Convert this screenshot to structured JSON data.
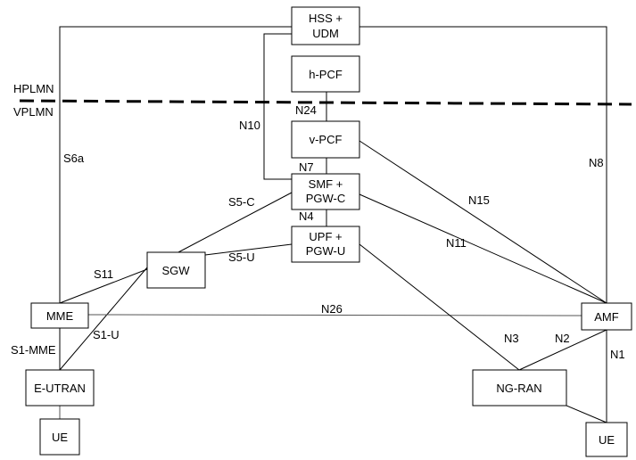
{
  "regions": {
    "home": "HPLMN",
    "visited": "VPLMN"
  },
  "nodes": {
    "hss_udm": [
      "HSS +",
      "UDM"
    ],
    "h_pcf": [
      "h-PCF"
    ],
    "v_pcf": [
      "v-PCF"
    ],
    "smf_pgwc": [
      "SMF +",
      "PGW-C"
    ],
    "upf_pgwu": [
      "UPF +",
      "PGW-U"
    ],
    "sgw": [
      "SGW"
    ],
    "mme": [
      "MME"
    ],
    "amf": [
      "AMF"
    ],
    "eutran": [
      "E-UTRAN"
    ],
    "ngran": [
      "NG-RAN"
    ],
    "ue_left": [
      "UE"
    ],
    "ue_right": [
      "UE"
    ]
  },
  "edge_labels": {
    "s6a": "S6a",
    "n8": "N8",
    "n10": "N10",
    "n24": "N24",
    "n7": "N7",
    "n4": "N4",
    "n15": "N15",
    "n11": "N11",
    "s5c": "S5-C",
    "s5u": "S5-U",
    "s11": "S11",
    "s1u": "S1-U",
    "s1mme": "S1-MME",
    "n26": "N26",
    "n3": "N3",
    "n2": "N2",
    "n1": "N1"
  }
}
